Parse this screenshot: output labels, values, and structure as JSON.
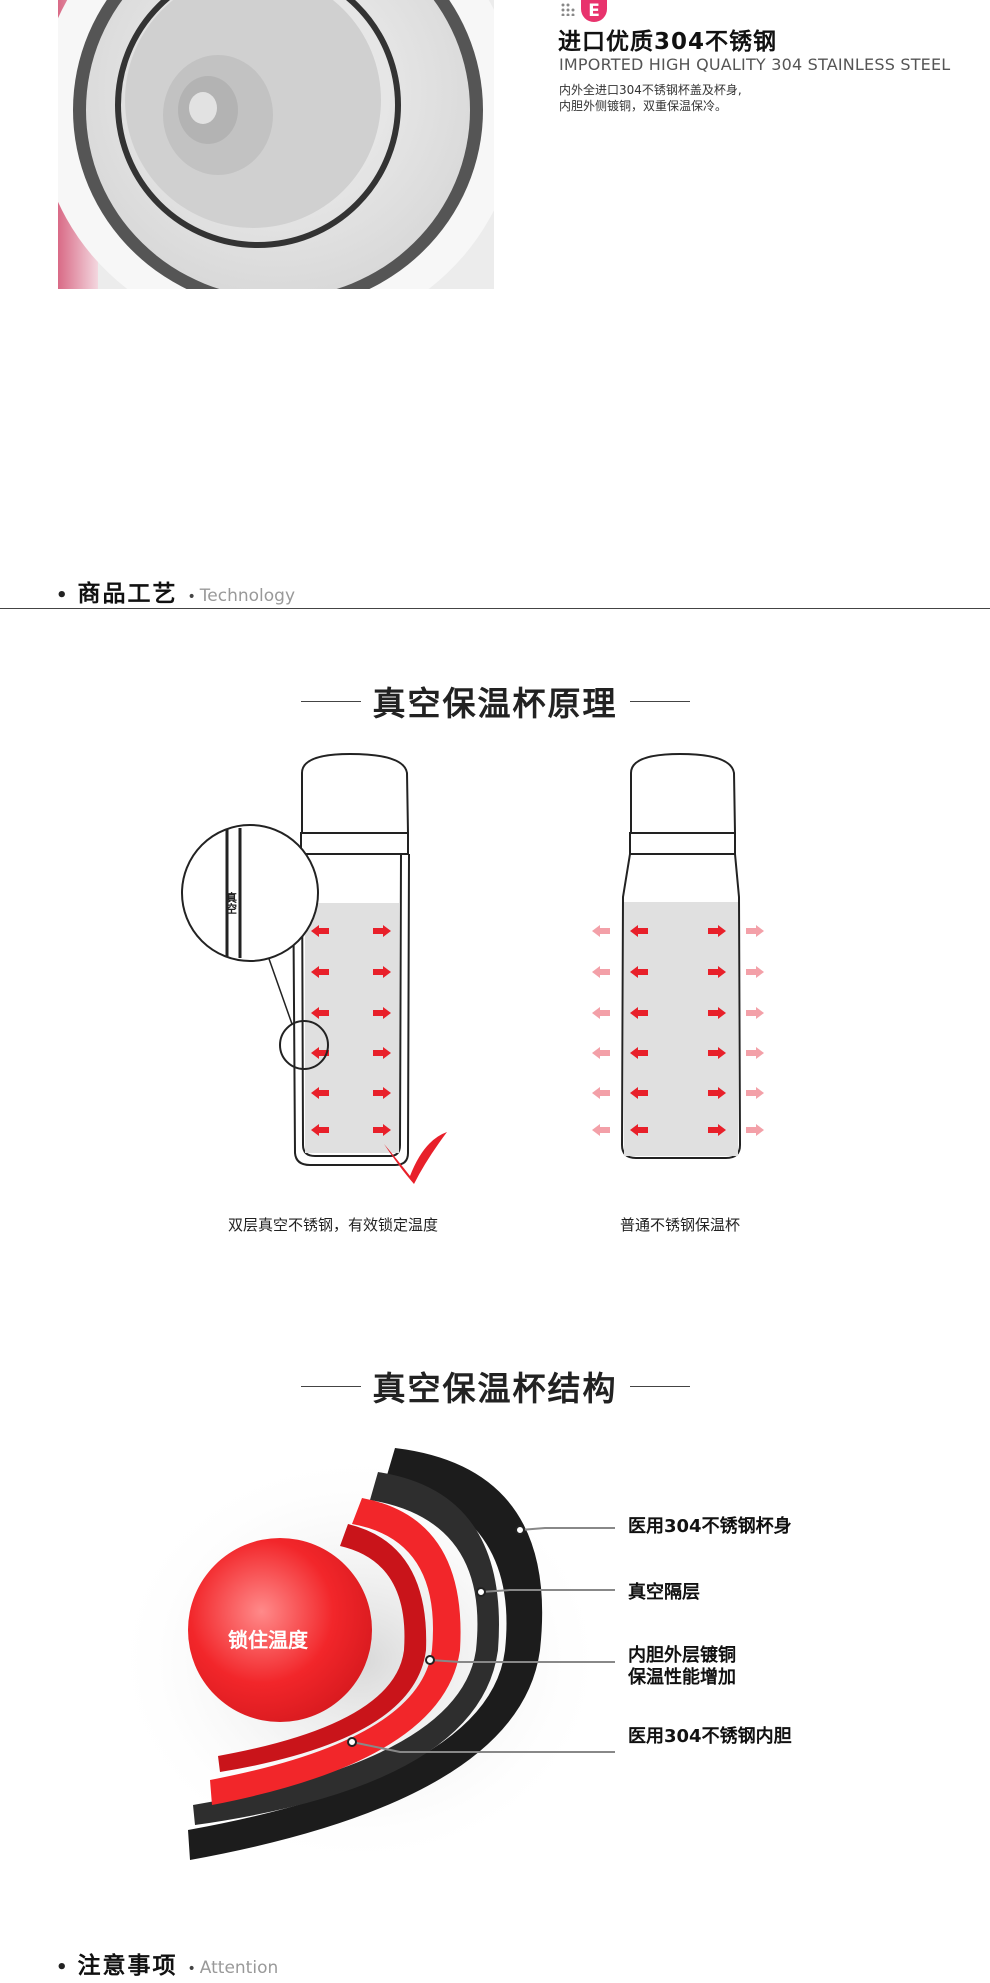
{
  "feature": {
    "badge": "E",
    "title": "进口优质304不锈钢",
    "subtitle": "IMPORTED HIGH QUALITY 304 STAINLESS STEEL",
    "desc_line1": "内外全进口304不锈钢杯盖及杯身,",
    "desc_line2": "内胆外侧镀铜，双重保温保冷。"
  },
  "section_technology": {
    "cn": "商品工艺",
    "en": "Technology"
  },
  "principle": {
    "title": "真空保温杯原理",
    "vacuum_label": "真空",
    "caption_left": "双层真空不锈钢，有效锁定温度",
    "caption_right": "普通不锈钢保温杯"
  },
  "structure": {
    "title": "真空保温杯结构",
    "lock_label": "锁住温度",
    "layer1": "医用304不锈钢杯身",
    "layer2": "真空隔层",
    "layer3_line1": "内胆外层镀铜",
    "layer3_line2": "保温性能增加",
    "layer4": "医用304不锈钢内胆"
  },
  "section_attention": {
    "cn": "注意事项",
    "en": "Attention"
  },
  "colors": {
    "accent": "#e8336d",
    "arrow_red": "#e8202a",
    "arrow_pink": "#f3a0a8"
  }
}
